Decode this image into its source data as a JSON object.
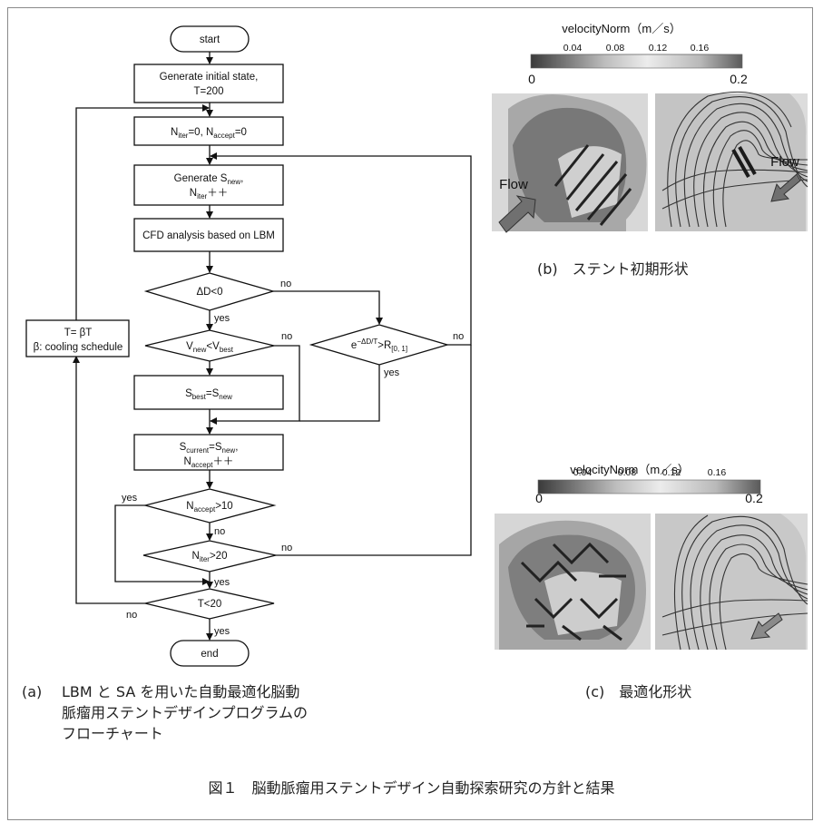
{
  "flowchart": {
    "start": "start",
    "init_line1": "Generate initial state,",
    "init_line2": "T=200",
    "iter_init": "N",
    "gen_line1": "Generate S",
    "gen_line2": "N",
    "cfd": "CFD analysis based on LBM",
    "delta_cond": "ΔD<0",
    "v_cond": "V",
    "exp_cond": "e",
    "best_assign": "S",
    "current_line1": "S",
    "current_line2": "N",
    "accept_cond": "N",
    "iter_cond": "N",
    "t_cond": "T<20",
    "end": "end",
    "cooling_line1": "T= βT",
    "cooling_line2": "β: cooling schedule",
    "yes": "yes",
    "no": "no"
  },
  "colorbar_b": {
    "title": "velocityNorm（m／s）",
    "ticks": [
      "0.04",
      "0.08",
      "0.12",
      "0.16"
    ],
    "min": "0",
    "max": "0.2"
  },
  "colorbar_c": {
    "title": "velocityNorm（m／s）",
    "ticks": [
      "0.04",
      "0.08",
      "0.12",
      "0.16"
    ],
    "min": "0",
    "max": "0.2"
  },
  "flow_label": "Flow",
  "captions": {
    "a_label": "(a)",
    "a_line1": "LBM と SA を用いた自動最適化脳動",
    "a_line2": "脈瘤用ステントデザインプログラムの",
    "a_line3": "フローチャート",
    "b": "(b)　ステント初期形状",
    "c": "(c)　最適化形状",
    "figure": "図１　脳動脈瘤用ステントデザイン自動探索研究の方針と結果"
  }
}
